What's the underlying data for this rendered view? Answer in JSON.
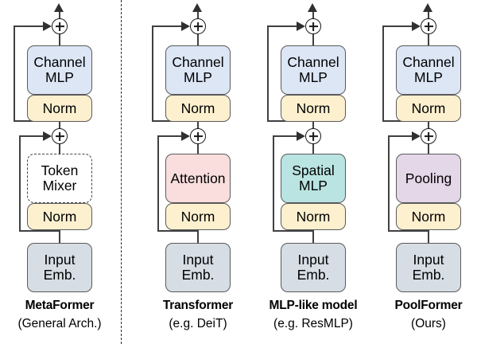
{
  "figure": {
    "kind": "architecture-diagram",
    "divider": {
      "style": "dashed-vertical",
      "after_column": 0
    },
    "palette": {
      "channel_mlp": "#dce6f5",
      "norm": "#fdf0cf",
      "attention": "#f9dedd",
      "spatial_mlp": "#b9e4e2",
      "pooling": "#e3d7e8",
      "input_emb": "#d6dde4",
      "token_mixer": "#ffffff",
      "wire": "#404040",
      "border": "#5a5a5a"
    },
    "columns": [
      {
        "id": "metaformer",
        "caption_title": "MetaFormer",
        "caption_sub": "(General Arch.)",
        "blocks": {
          "channel_mlp": {
            "line1": "Channel",
            "line2": "MLP",
            "fill": "fill-blue"
          },
          "norm_top": {
            "line1": "Norm",
            "fill": "fill-cream"
          },
          "mixer": {
            "line1": "Token",
            "line2": "Mixer",
            "fill": "fill-none"
          },
          "norm_bottom": {
            "line1": "Norm",
            "fill": "fill-cream"
          },
          "input_emb": {
            "line1": "Input",
            "line2": "Emb.",
            "fill": "fill-gray"
          }
        }
      },
      {
        "id": "transformer",
        "caption_title": "Transformer",
        "caption_sub": "(e.g. DeiT)",
        "blocks": {
          "channel_mlp": {
            "line1": "Channel",
            "line2": "MLP",
            "fill": "fill-blue"
          },
          "norm_top": {
            "line1": "Norm",
            "fill": "fill-cream"
          },
          "mixer": {
            "line1": "Attention",
            "line2": "",
            "fill": "fill-pink"
          },
          "norm_bottom": {
            "line1": "Norm",
            "fill": "fill-cream"
          },
          "input_emb": {
            "line1": "Input",
            "line2": "Emb.",
            "fill": "fill-gray"
          }
        }
      },
      {
        "id": "mlp-like-model",
        "caption_title": "MLP-like model",
        "caption_sub": "(e.g. ResMLP)",
        "blocks": {
          "channel_mlp": {
            "line1": "Channel",
            "line2": "MLP",
            "fill": "fill-blue"
          },
          "norm_top": {
            "line1": "Norm",
            "fill": "fill-cream"
          },
          "mixer": {
            "line1": "Spatial",
            "line2": "MLP",
            "fill": "fill-teal"
          },
          "norm_bottom": {
            "line1": "Norm",
            "fill": "fill-cream"
          },
          "input_emb": {
            "line1": "Input",
            "line2": "Emb.",
            "fill": "fill-gray"
          }
        }
      },
      {
        "id": "poolformer",
        "caption_title": "PoolFormer",
        "caption_sub": "(Ours)",
        "blocks": {
          "channel_mlp": {
            "line1": "Channel",
            "line2": "MLP",
            "fill": "fill-blue"
          },
          "norm_top": {
            "line1": "Norm",
            "fill": "fill-cream"
          },
          "mixer": {
            "line1": "Pooling",
            "line2": "",
            "fill": "fill-purple"
          },
          "norm_bottom": {
            "line1": "Norm",
            "fill": "fill-cream"
          },
          "input_emb": {
            "line1": "Input",
            "line2": "Emb.",
            "fill": "fill-gray"
          }
        }
      }
    ],
    "residual_nodes": {
      "symbol": "+",
      "count_per_column": 2,
      "name": "addition-node"
    }
  }
}
